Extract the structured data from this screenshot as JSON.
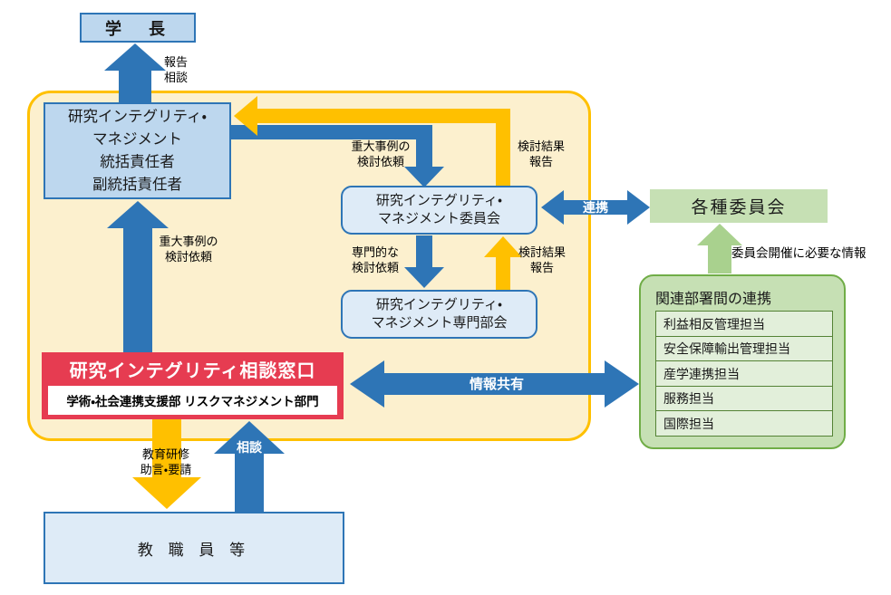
{
  "diagram": {
    "president": {
      "label": "学　長"
    },
    "chief": {
      "lines": [
        "研究インテグリティ・",
        "マネジメント",
        "統括責任者",
        "副統括責任者"
      ]
    },
    "committee": {
      "lines": [
        "研究インテグリティ・",
        "マネジメント委員会"
      ]
    },
    "subcommittee": {
      "lines": [
        "研究インテグリティ・",
        "マネジメント専門部会"
      ]
    },
    "consult_window": {
      "title": "研究インテグリティ相談窓口",
      "subtitle": "学術・社会連携支援部 リスクマネジメント部門"
    },
    "staff": {
      "label": "教 職 員 等"
    },
    "committees": {
      "label": "各種委員会"
    },
    "departments": {
      "title": "関連部署間の連携",
      "items": [
        "利益相反管理担当",
        "安全保障輸出管理担当",
        "産学連携担当",
        "服務担当",
        "国際担当"
      ]
    },
    "labels": {
      "report_consult": [
        "報告",
        "相談"
      ],
      "serious_case_left": [
        "重大事例の",
        "検討依頼"
      ],
      "serious_case_mid": [
        "重大事例の",
        "検討依頼"
      ],
      "result_report_top": [
        "検討結果",
        "報告"
      ],
      "expert_review": [
        "専門的な",
        "検討依頼"
      ],
      "result_report_bottom": [
        "検討結果",
        "報告"
      ],
      "cooperation": "連携",
      "info_sharing": "情報共有",
      "committee_info": "委員会開催に必要な情報",
      "training": [
        "教育研修",
        "助言・要請"
      ],
      "consult": "相談"
    },
    "colors": {
      "arrow_blue": "#2E75B6",
      "arrow_yellow": "#FFC000",
      "box_blue_fill": "#BDD7EE",
      "box_blue_light": "#DEEBF7",
      "container_fill": "#FCF0CE",
      "container_border": "#FFC000",
      "red_box": "#E63C51",
      "green_fill": "#C6E0B4",
      "green_border": "#70AD47",
      "green_cell": "#E2EFDA",
      "green_arrow": "#A9D18E"
    }
  }
}
